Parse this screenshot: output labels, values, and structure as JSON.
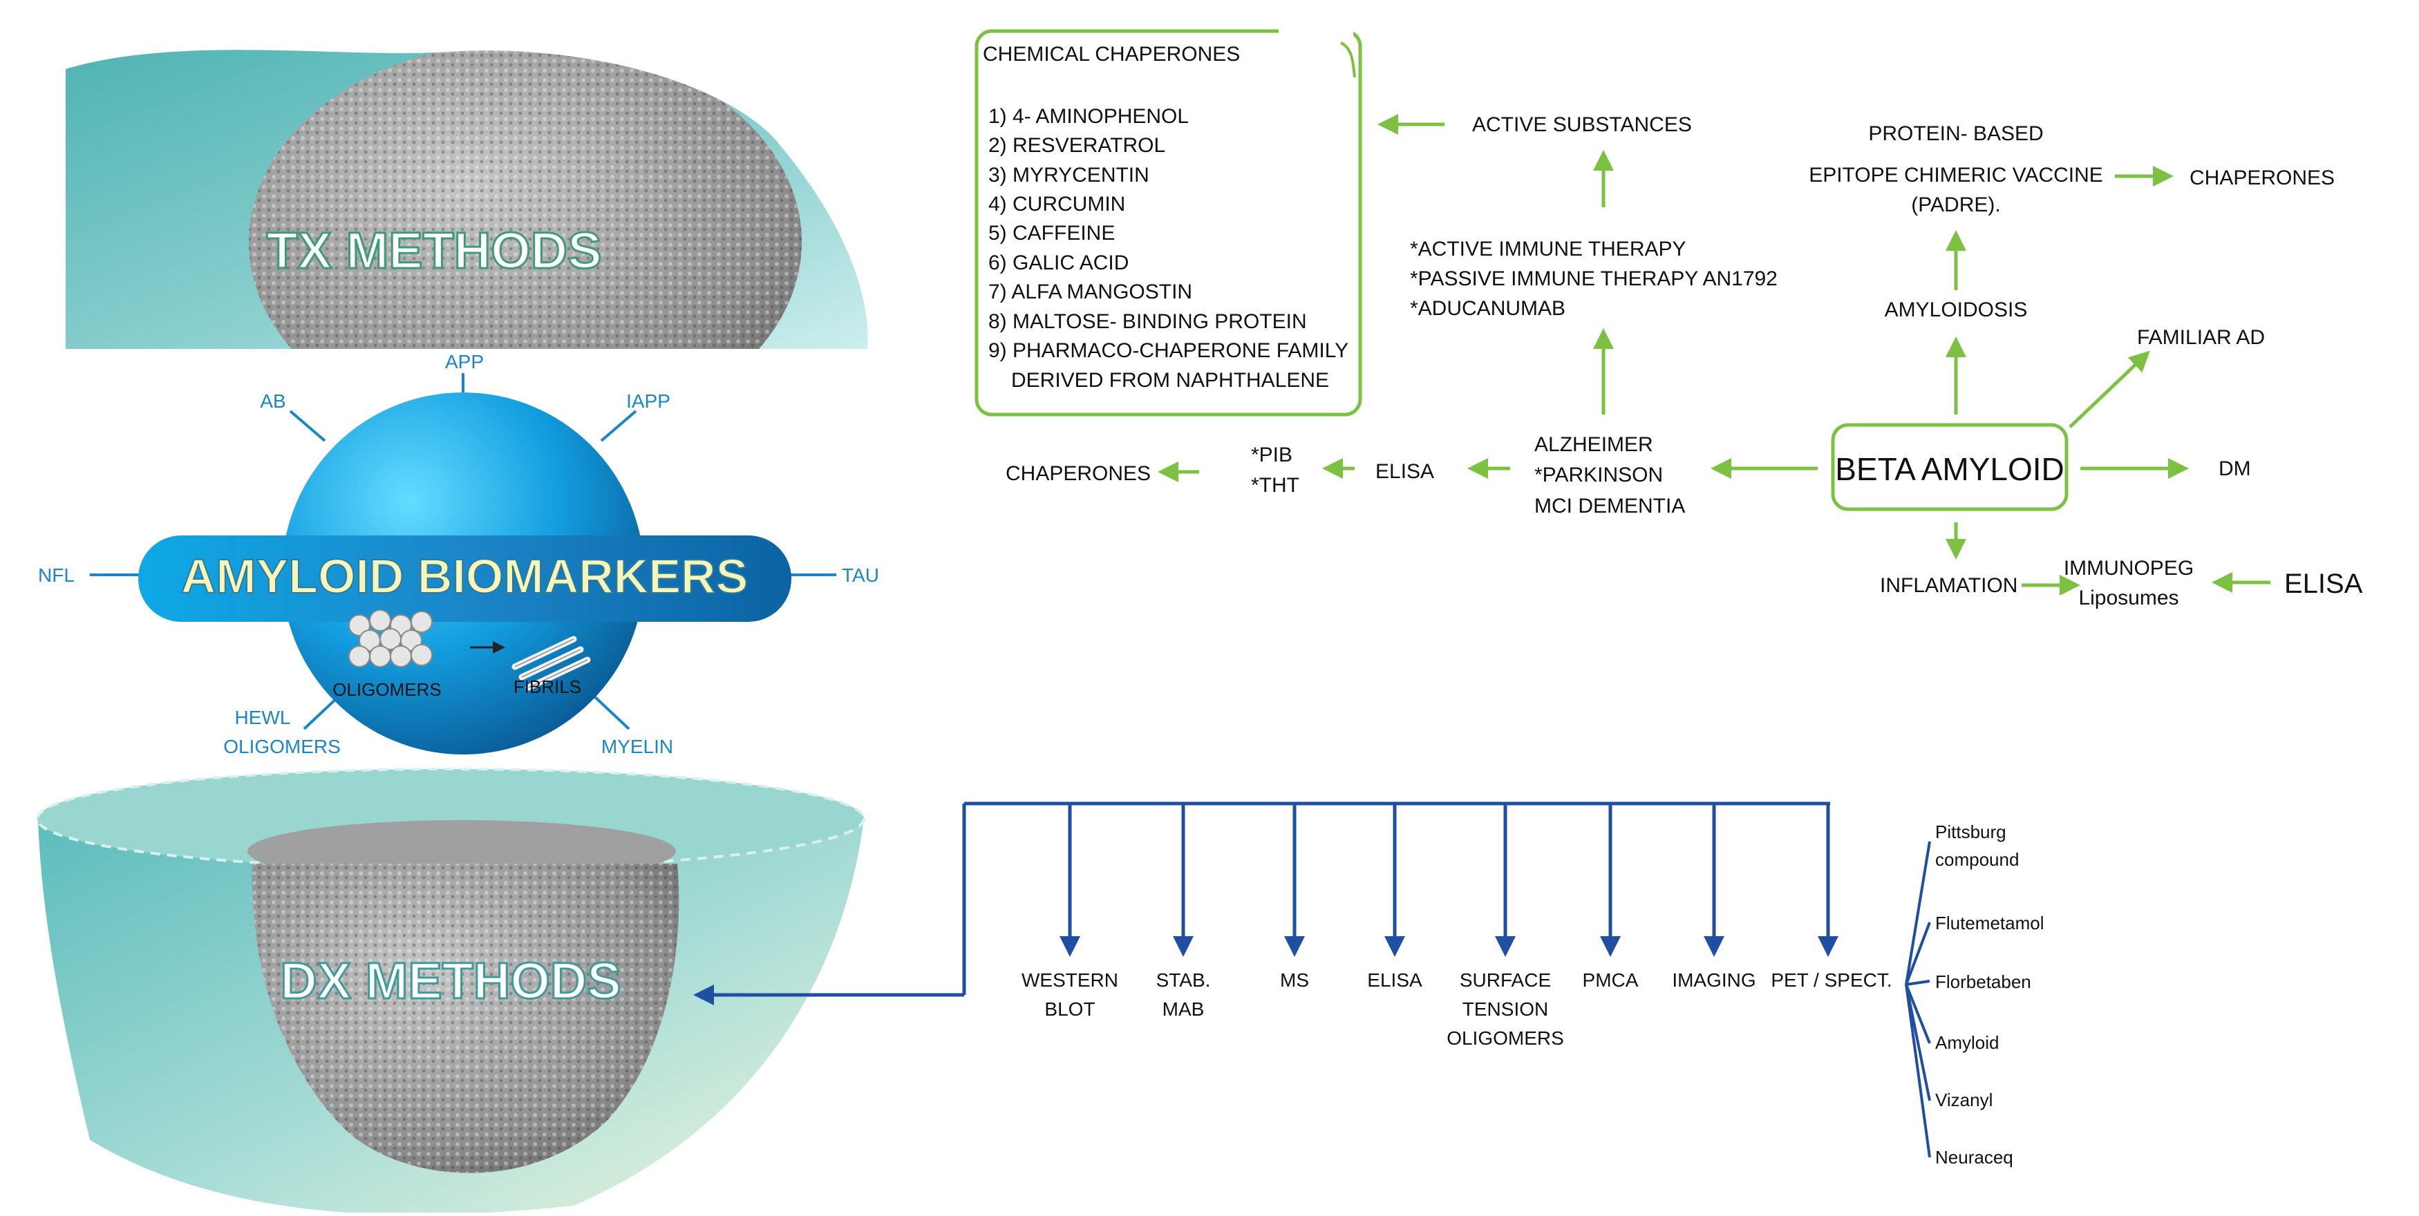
{
  "left": {
    "tx_methods": "TX METHODS",
    "dx_methods": "DX METHODS",
    "amyloid_biomarkers": "AMYLOID BIOMARKERS",
    "oligomers": "OLIGOMERS",
    "fibrils": "FIBRILS",
    "biomarkers": {
      "app": "APP",
      "ab": "AB",
      "iapp": "IAPP",
      "nfl": "NFL",
      "tau": "TAU",
      "hewl_1": "HEWL",
      "hewl_2": "OLIGOMERS",
      "myelin": "MYELIN"
    }
  },
  "tx_diagram": {
    "chemical_chaperones": {
      "title": "CHEMICAL CHAPERONES",
      "items": [
        "1)  4- AMINOPHENOL",
        "2) RESVERATROL",
        "3) MYRYCENTIN",
        "4) CURCUMIN",
        "5) CAFFEINE",
        "6) GALIC ACID",
        "7) ALFA MANGOSTIN",
        "8) MALTOSE- BINDING PROTEIN",
        "9) PHARMACO-CHAPERONE FAMILY",
        "DERIVED FROM NAPHTHALENE"
      ]
    },
    "active_substances": "ACTIVE SUBSTANCES",
    "immune": [
      "*ACTIVE IMMUNE THERAPY",
      "*PASSIVE IMMUNE THERAPY AN1792",
      "*ADUCANUMAB"
    ],
    "vaccine": [
      "PROTEIN- BASED",
      "EPITOPE CHIMERIC VACCINE",
      "(PADRE)."
    ],
    "chaperones_right": "CHAPERONES",
    "amyloidosis": "AMYLOIDOSIS",
    "familiar_ad": "FAMILIAR AD",
    "beta_amyloid": "BETA AMYLOID",
    "dm": "DM",
    "diseases": [
      "ALZHEIMER",
      "*PARKINSON",
      "MCI DEMENTIA"
    ],
    "elisa_mid": "ELISA",
    "pib_tht": [
      "*PIB",
      "*THT"
    ],
    "chaperones_left": "CHAPERONES",
    "inflamation": "INFLAMATION",
    "immunopeg": [
      "IMMUNOPEG",
      "Liposumes"
    ],
    "elisa_right": "ELISA"
  },
  "dx_diagram": {
    "methods": [
      [
        "WESTERN",
        "BLOT"
      ],
      [
        "STAB.",
        "MAB"
      ],
      [
        "MS"
      ],
      [
        "ELISA"
      ],
      [
        "SURFACE",
        "TENSION",
        "OLIGOMERS"
      ],
      [
        "PMCA"
      ],
      [
        "IMAGING"
      ],
      [
        "PET / SPECT."
      ]
    ],
    "pet_agents": [
      [
        "Pittsburg",
        "compound"
      ],
      [
        "Flutemetamol"
      ],
      [
        "Florbetaben"
      ],
      [
        "Amyloid"
      ],
      [
        "Vizanyl"
      ],
      [
        "Neuraceq"
      ]
    ]
  },
  "colors": {
    "green": "#7dc143",
    "blue": "#1f4fa3",
    "cyan": "#19aee4",
    "teal": "#7ec9c9",
    "label_blue": "#1a86c8"
  }
}
